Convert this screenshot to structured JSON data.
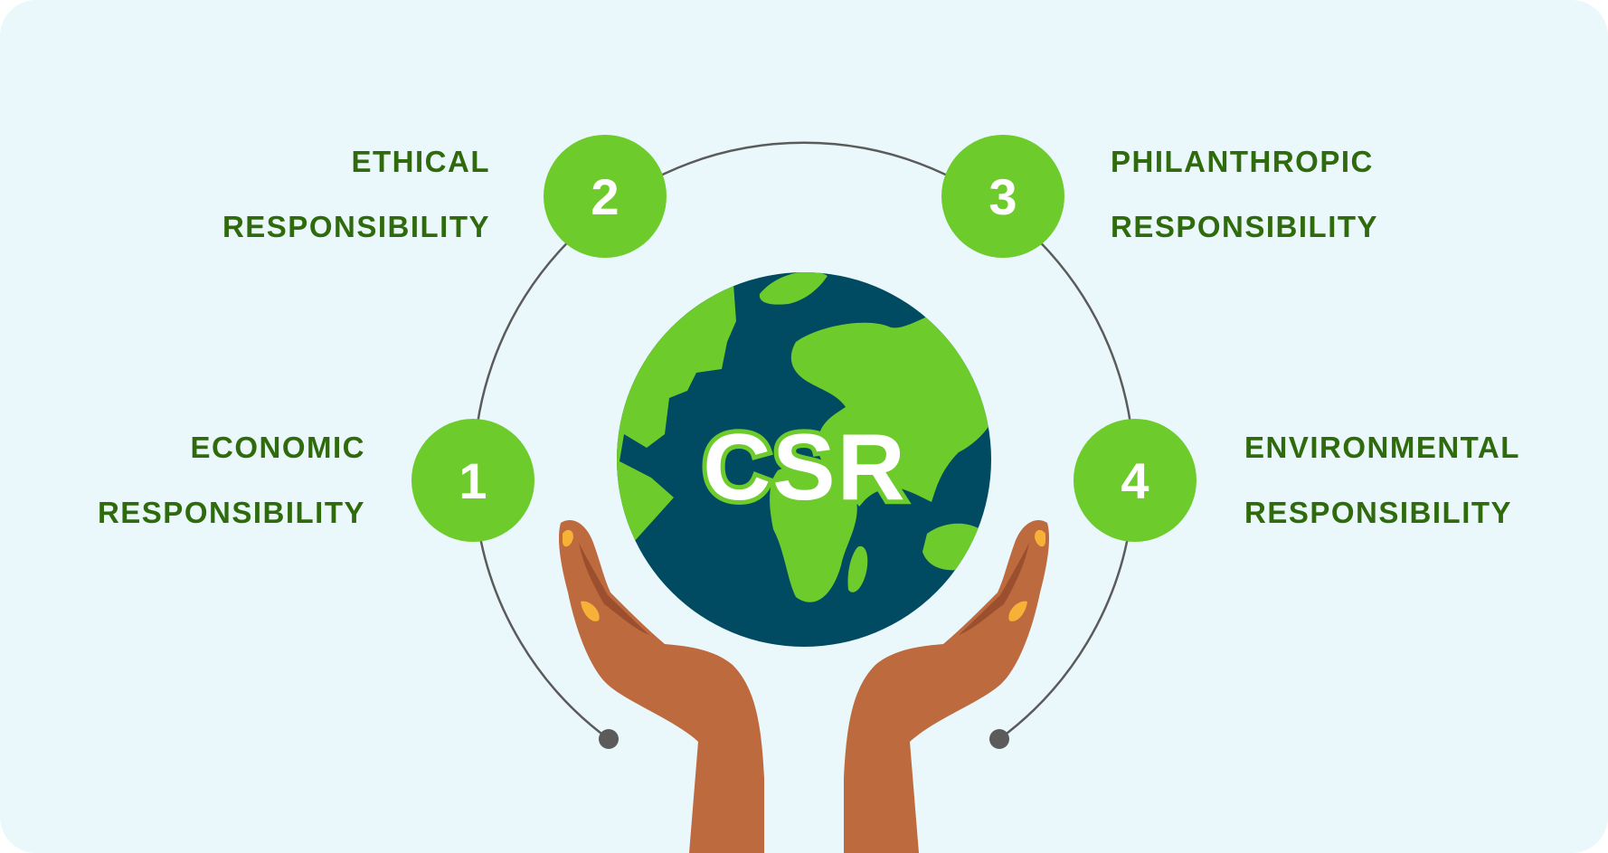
{
  "center": {
    "title": "CSR"
  },
  "items": [
    {
      "number": "1",
      "line1": "ECONOMIC",
      "line2": "RESPONSIBILITY"
    },
    {
      "number": "2",
      "line1": "ETHICAL",
      "line2": "RESPONSIBILITY"
    },
    {
      "number": "3",
      "line1": "PHILANTHROPIC",
      "line2": "RESPONSIBILITY"
    },
    {
      "number": "4",
      "line1": "ENVIRONMENTAL",
      "line2": "RESPONSIBILITY"
    }
  ],
  "colors": {
    "background": "#eaf8fc",
    "accent_green": "#6ecb2c",
    "label_green": "#2f6a0c",
    "ocean": "#004a62",
    "skin": "#bd6a3e",
    "nails": "#f5b236",
    "ring": "#5b5b5b"
  },
  "icons": [
    "globe-icon",
    "hands-icon"
  ]
}
